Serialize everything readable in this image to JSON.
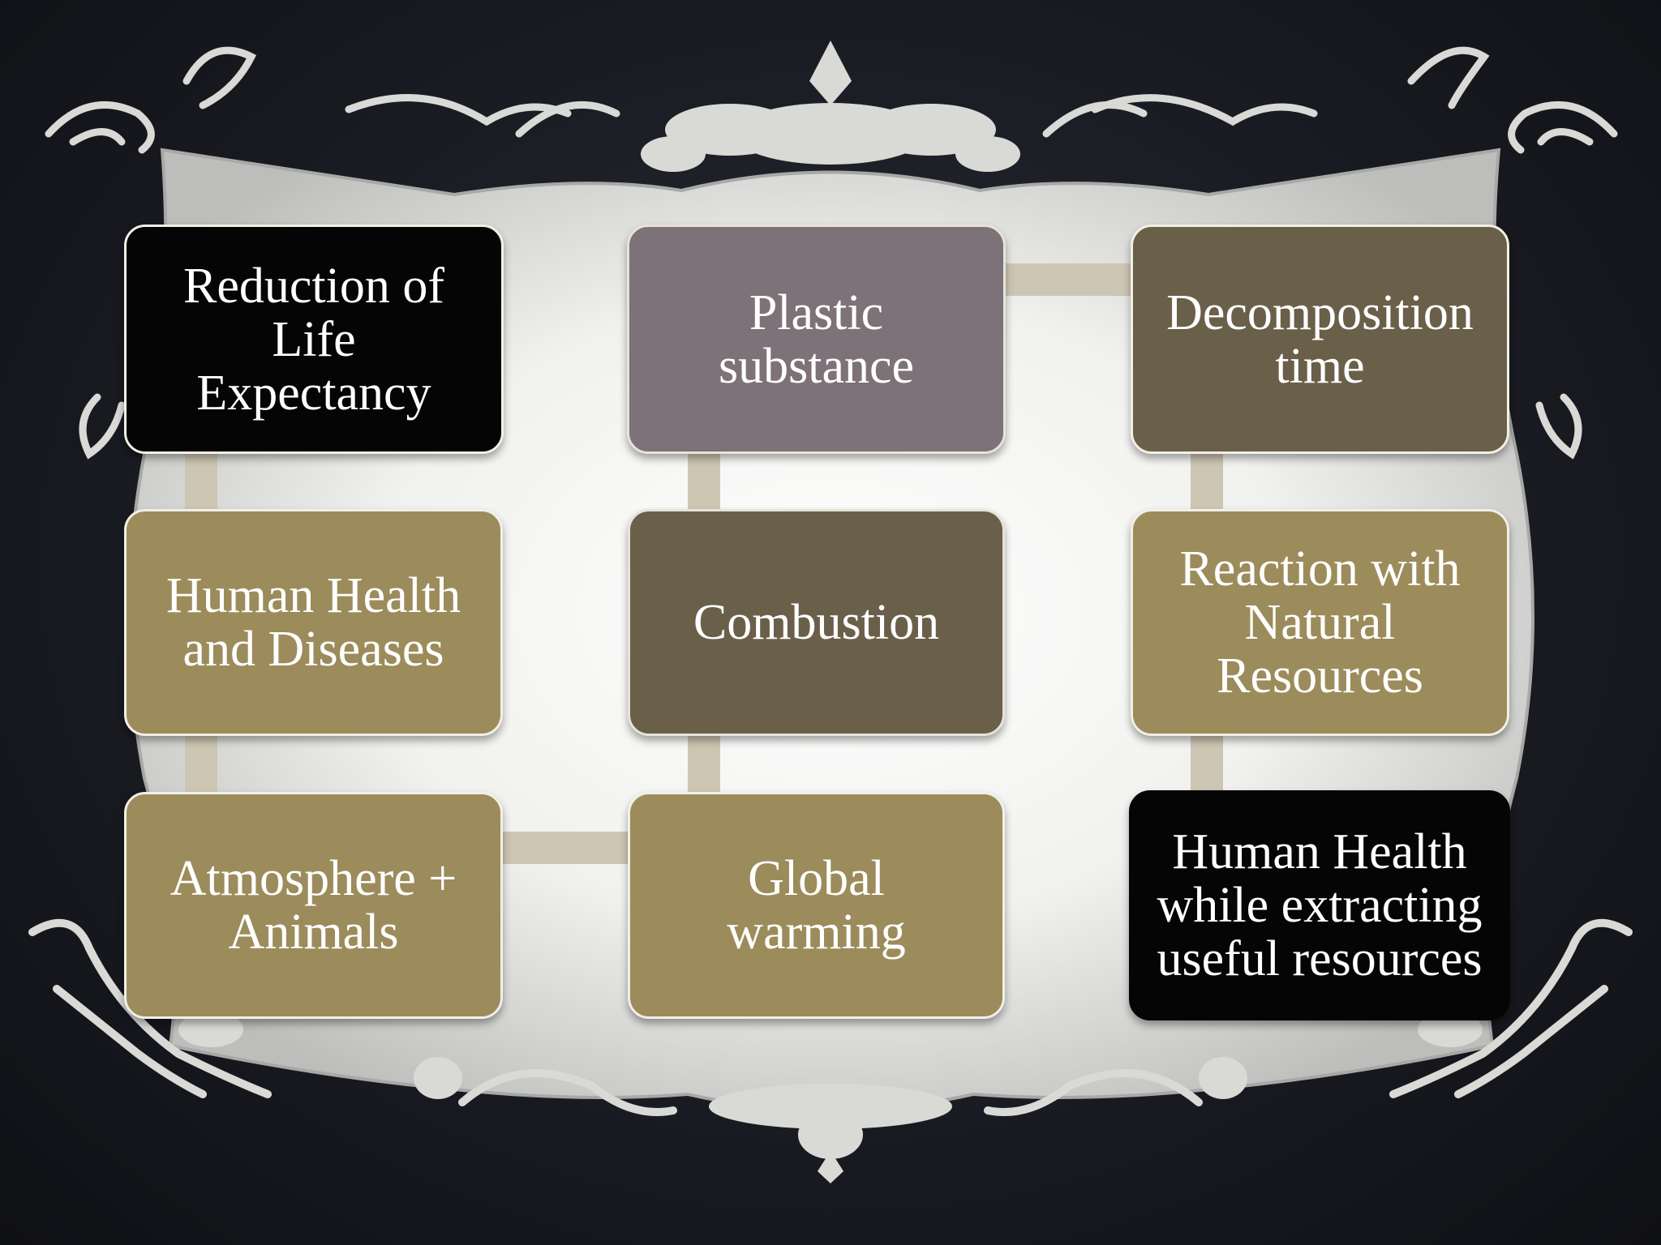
{
  "colors": {
    "background_dark": "#16181e",
    "frame_fill": "#f4f4f2",
    "ornament": "#d9d9d6",
    "connector": "#cdc6b3",
    "black_box": "#050505",
    "gray_box": "#7c7277",
    "dark_olive_box": "#6a604a",
    "tan_box": "#9c8c5c",
    "box_text": "#ffffff"
  },
  "diagram": {
    "nodes": [
      {
        "id": "reduction-life-expectancy",
        "text": "Reduction of\nLife\nExpectancy",
        "color": "#050505"
      },
      {
        "id": "plastic-substance",
        "text": "Plastic\nsubstance",
        "color": "#7c7277"
      },
      {
        "id": "decomposition-time",
        "text": "Decomposition\ntime",
        "color": "#6a604a"
      },
      {
        "id": "human-health-diseases",
        "text": "Human Health\nand  Diseases",
        "color": "#9c8c5c"
      },
      {
        "id": "combustion",
        "text": "Combustion",
        "color": "#6a604a"
      },
      {
        "id": "reaction-natural-resources",
        "text": "Reaction with\nNatural\nResources",
        "color": "#9c8c5c"
      },
      {
        "id": "atmosphere-animals",
        "text": "Atmosphere +\nAnimals",
        "color": "#9c8c5c"
      },
      {
        "id": "global-warming",
        "text": "Global\nwarming",
        "color": "#9c8c5c"
      },
      {
        "id": "human-health-extracting",
        "text": "Human Health\nwhile extracting\nuseful resources",
        "color": "#050505"
      }
    ],
    "edges": [
      {
        "from": "plastic-substance",
        "to": "decomposition-time"
      },
      {
        "from": "decomposition-time",
        "to": "reaction-natural-resources"
      },
      {
        "from": "reaction-natural-resources",
        "to": "human-health-extracting"
      },
      {
        "from": "plastic-substance",
        "to": "combustion"
      },
      {
        "from": "combustion",
        "to": "global-warming"
      },
      {
        "from": "global-warming",
        "to": "atmosphere-animals"
      },
      {
        "from": "atmosphere-animals",
        "to": "human-health-diseases"
      },
      {
        "from": "human-health-diseases",
        "to": "reduction-life-expectancy"
      }
    ]
  }
}
